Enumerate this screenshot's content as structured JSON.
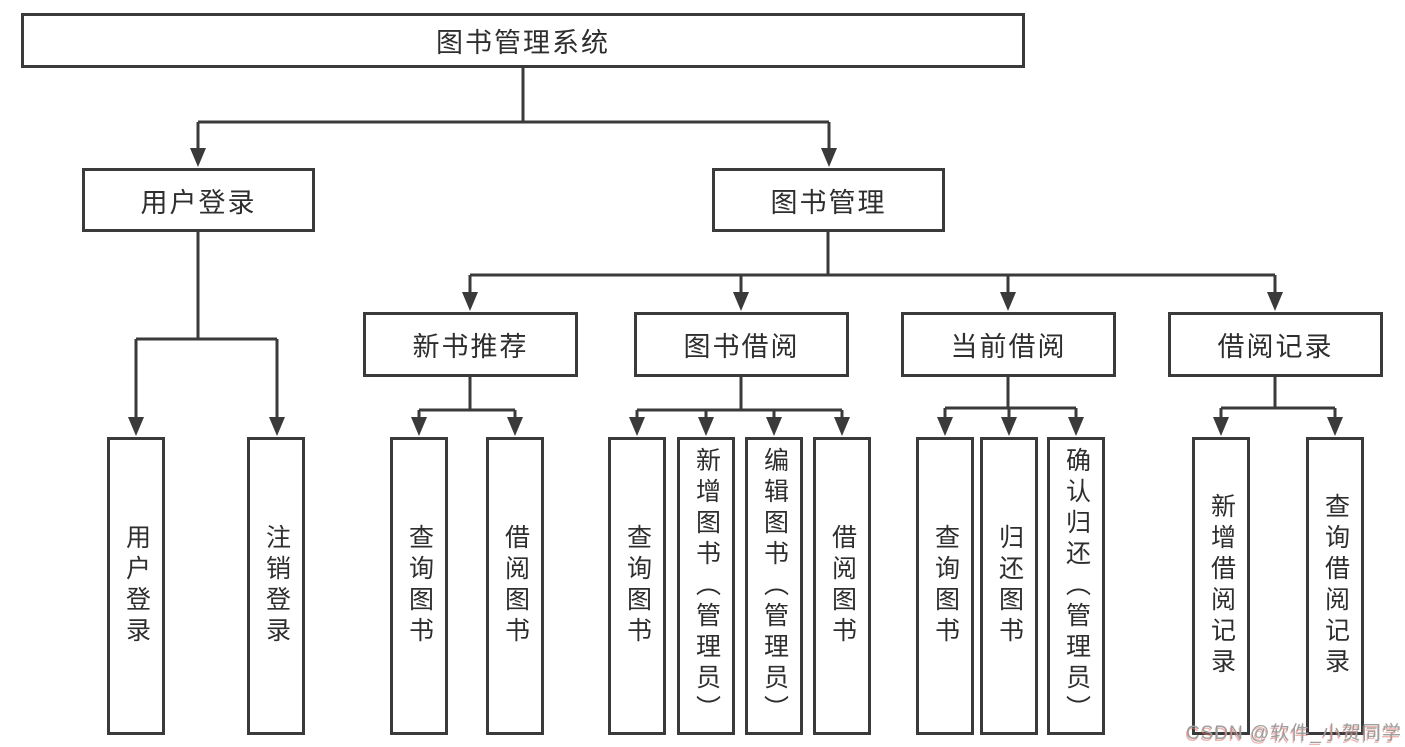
{
  "diagram": {
    "root": {
      "label": "图书管理系统"
    },
    "level2": [
      {
        "label": "用户登录"
      },
      {
        "label": "图书管理"
      }
    ],
    "level3": [
      {
        "label": "新书推荐"
      },
      {
        "label": "图书借阅"
      },
      {
        "label": "当前借阅"
      },
      {
        "label": "借阅记录"
      }
    ],
    "leaves": {
      "user_login": [
        {
          "label": "用户登录"
        },
        {
          "label": "注销登录"
        }
      ],
      "new_books": [
        {
          "label": "查询图书"
        },
        {
          "label": "借阅图书"
        }
      ],
      "book_borrow": [
        {
          "label": "查询图书"
        },
        {
          "label": "新增图书（管理员）"
        },
        {
          "label": "编辑图书（管理员）"
        },
        {
          "label": "借阅图书"
        }
      ],
      "current_borrow": [
        {
          "label": "查询图书"
        },
        {
          "label": "归还图书"
        },
        {
          "label": "确认归还（管理员）"
        }
      ],
      "records": [
        {
          "label": "新增借阅记录"
        },
        {
          "label": "查询借阅记录"
        }
      ]
    },
    "watermark": "CSDN @软件_小贺同学",
    "colors": {
      "line": "#3a3a3a",
      "box_border": "#3a3a3a",
      "text": "#2e2e2e",
      "watermark": "#9e9e9e",
      "watermark_shadow": "rgba(226,118,108,0.55)"
    }
  }
}
